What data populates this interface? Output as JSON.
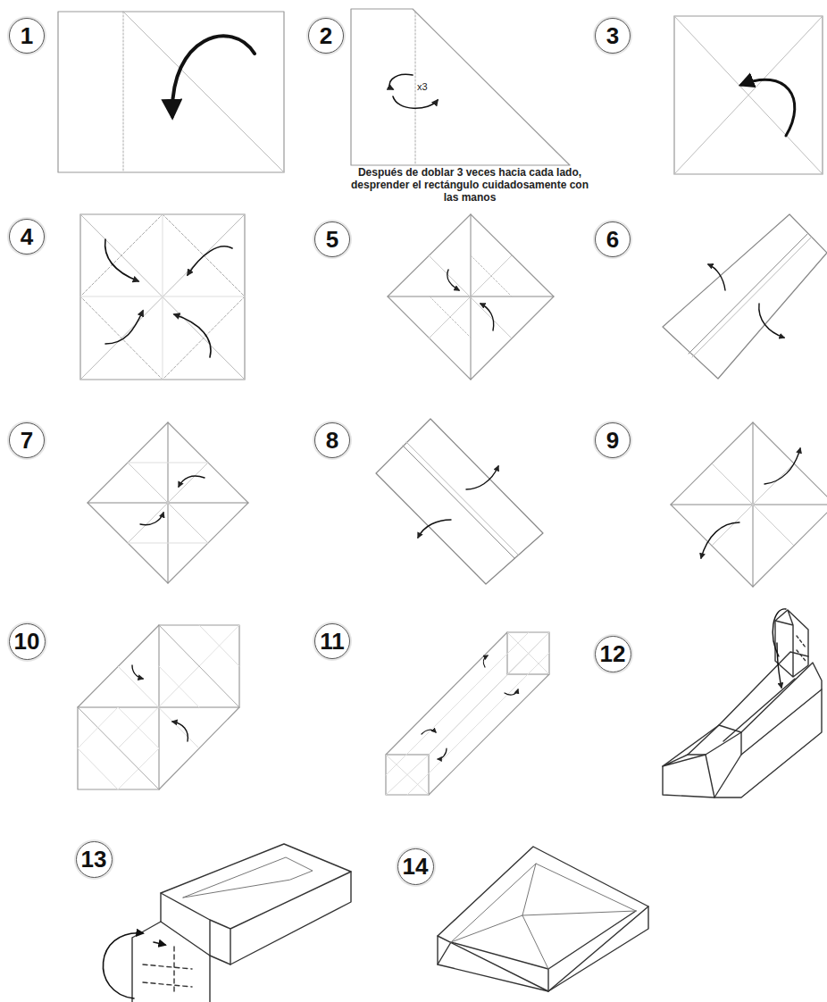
{
  "diagram": {
    "nodes": [
      {
        "text": [
          "1"
        ]
      },
      {
        "text": [
          "2"
        ]
      },
      {
        "text": [
          "3"
        ]
      },
      {
        "text": [
          "4"
        ]
      },
      {
        "text": [
          "5"
        ]
      },
      {
        "text": [
          "6"
        ]
      },
      {
        "text": [
          "7"
        ]
      },
      {
        "text": [
          "8"
        ]
      },
      {
        "text": [
          "9"
        ]
      },
      {
        "text": [
          "10"
        ]
      },
      {
        "text": [
          "11"
        ]
      },
      {
        "text": [
          "12"
        ]
      },
      {
        "text": [
          "13"
        ]
      },
      {
        "text": [
          "14"
        ]
      }
    ],
    "labels": [
      "x3",
      "Después de doblar 3 veces hacia cada lado, desprender el rectángulo cuidadosamente con las manos"
    ]
  }
}
